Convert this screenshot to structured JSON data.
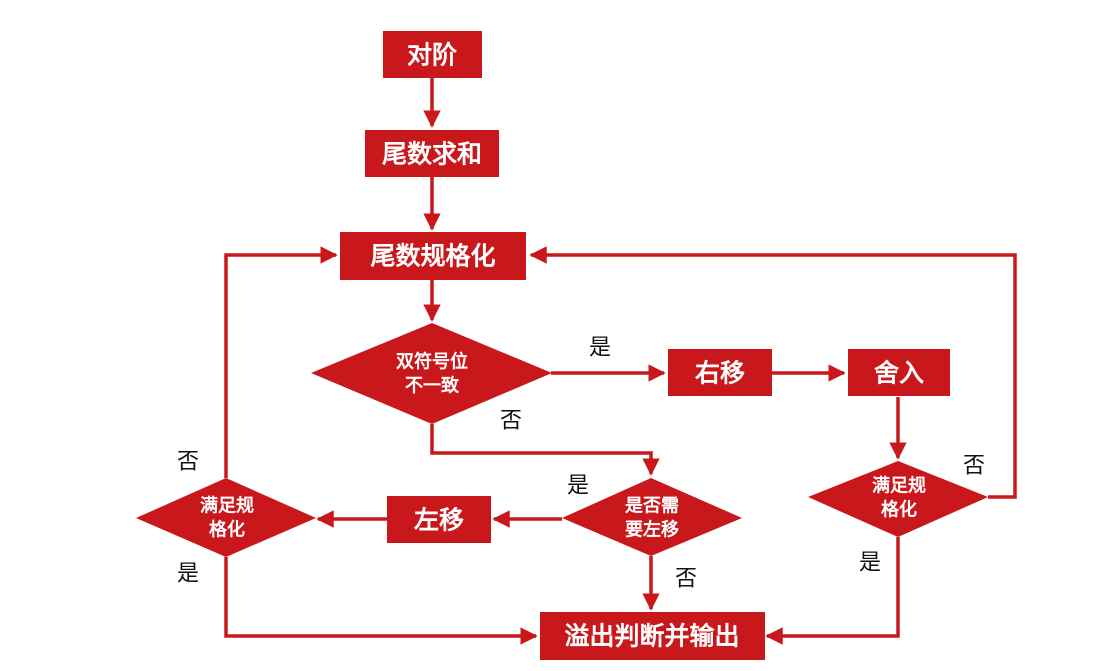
{
  "colors": {
    "node": "#c9181c",
    "edge": "#c9181c",
    "node_text": "#ffffff",
    "label_text": "#111111"
  },
  "nodes": {
    "align": "对阶",
    "sum": "尾数求和",
    "normalize": "尾数规格化",
    "double_sign": {
      "line1": "双符号位",
      "line2": "不一致"
    },
    "right_shift": "右移",
    "round": "舍入",
    "need_left": {
      "line1": "是否需",
      "line2": "要左移"
    },
    "left_shift": "左移",
    "check_left": {
      "line1": "满足规",
      "line2": "格化"
    },
    "check_right": {
      "line1": "满足规",
      "line2": "格化"
    },
    "overflow_output": "溢出判断并输出"
  },
  "edge_labels": {
    "double_sign_yes": "是",
    "double_sign_no": "否",
    "need_left_yes": "是",
    "need_left_no": "否",
    "check_left_no": "否",
    "check_left_yes": "是",
    "check_right_no": "否",
    "check_right_yes": "是"
  }
}
